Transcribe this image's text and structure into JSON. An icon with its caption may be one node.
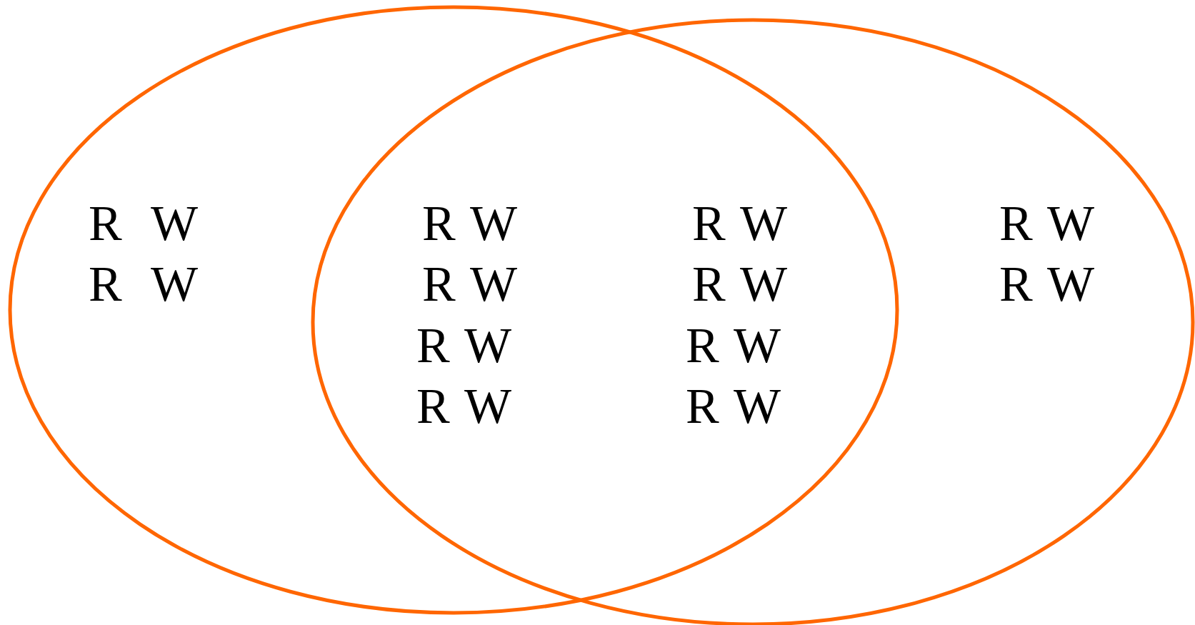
{
  "diagram": {
    "nodes": [
      {
        "text": [],
        "shape": "ellipse"
      },
      {
        "text": [],
        "shape": "ellipse"
      }
    ],
    "labels": [
      "R W",
      "R W",
      "R W",
      "R W",
      "R W",
      "R W",
      "R W",
      "R W",
      "R W",
      "R W",
      "R W",
      "R W"
    ]
  }
}
